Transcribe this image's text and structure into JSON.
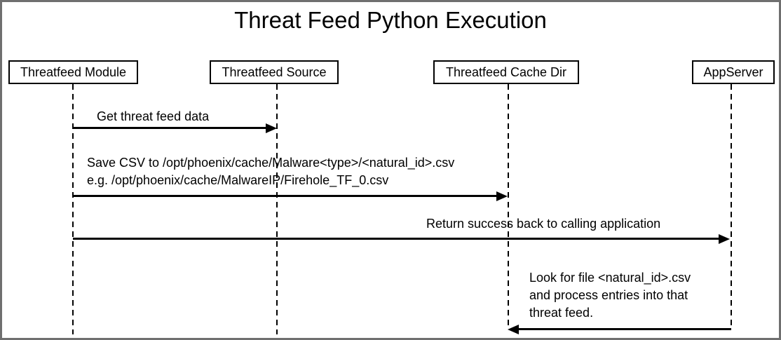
{
  "title": "Threat Feed Python Execution",
  "colors": {
    "background": "#ffffff",
    "outer_border": "#6F6F6F",
    "line": "#000000",
    "text": "#000000"
  },
  "actors": [
    {
      "label": "Threatfeed Module"
    },
    {
      "label": "Threatfeed Source"
    },
    {
      "label": "Threatfeed Cache Dir"
    },
    {
      "label": "AppServer"
    }
  ],
  "messages": [
    {
      "from": "Threatfeed Module",
      "to": "Threatfeed Source",
      "direction": "right",
      "lines": [
        "Get threat feed data"
      ]
    },
    {
      "from": "Threatfeed Module",
      "to": "Threatfeed Cache Dir",
      "direction": "right",
      "lines": [
        "Save CSV to /opt/phoenix/cache/Malware<type>/<natural_id>.csv",
        "e.g. /opt/phoenix/cache/MalwareIP/Firehole_TF_0.csv"
      ]
    },
    {
      "from": "Threatfeed Module",
      "to": "AppServer",
      "direction": "right",
      "lines": [
        "Return success back to calling application"
      ]
    },
    {
      "from": "AppServer",
      "to": "Threatfeed Cache Dir",
      "direction": "left",
      "lines": [
        "Look for file <natural_id>.csv",
        "and process entries into that",
        "threat feed."
      ]
    }
  ]
}
